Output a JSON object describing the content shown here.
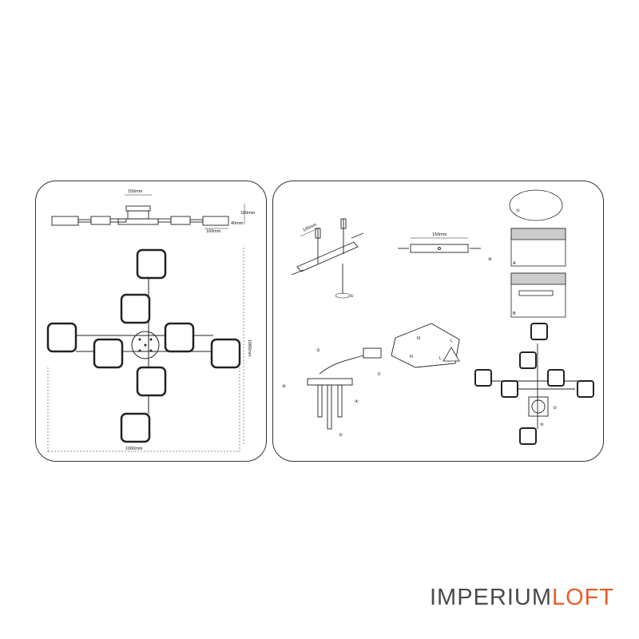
{
  "dimensions_panel": {
    "top_width": "150mm",
    "height_total": "150mm",
    "height_arm": "40mm",
    "arm_spacing": "160mm",
    "overall_height": "1060mm",
    "overall_width": "1060mm"
  },
  "install_panel": {
    "bracket_length": "145mm",
    "plate_length": "150mm",
    "steps": [
      "①",
      "②",
      "③",
      "④",
      "⑤",
      "⑥",
      "⑦",
      "⑧"
    ],
    "wiring_labels": {
      "neutral": "N",
      "live": "L"
    },
    "ceiling_labels": {
      "a": "A",
      "b": "B"
    }
  },
  "brand": {
    "part1": "IMPERIUM",
    "part2": "LOFT"
  },
  "colors": {
    "line": "#222222",
    "brand_gray": "#4a4a4a",
    "brand_orange": "#e85d2a"
  }
}
